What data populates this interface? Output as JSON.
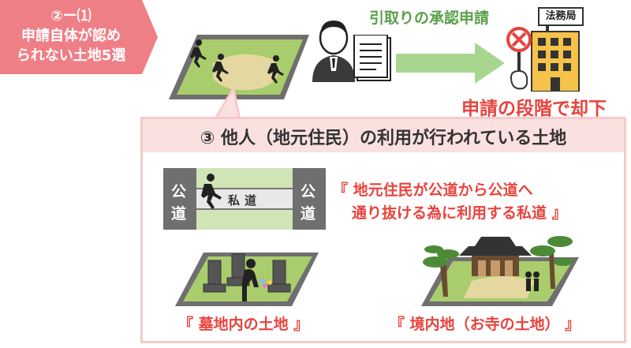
{
  "badge": {
    "line1": "②ー⑴",
    "line2": "申請自体が認め",
    "line3": "られない土地5選",
    "color": "#ef7f86"
  },
  "flow": {
    "label": "引取りの承認申請",
    "office_sign": "法務局",
    "result": "申請の段階で却下"
  },
  "panel": {
    "title": "③ 他人（地元住民）の利用が行われている土地"
  },
  "road": {
    "left1": "公",
    "left2": "道",
    "right1": "公",
    "right2": "道",
    "middle": "私道"
  },
  "items": {
    "road_quote_line1": "『 地元住民が公道から公道へ",
    "road_quote_line2": "通り抜ける為に利用する私道 』",
    "graveyard_quote": "『 墓地内の土地 』",
    "temple_quote": "『 境内地（お寺の土地） 』"
  },
  "colors": {
    "accent_red": "#e8433d",
    "green": "#5aa04a",
    "pink_border": "#f7c9c9",
    "pink_header": "#fbe0e0"
  }
}
